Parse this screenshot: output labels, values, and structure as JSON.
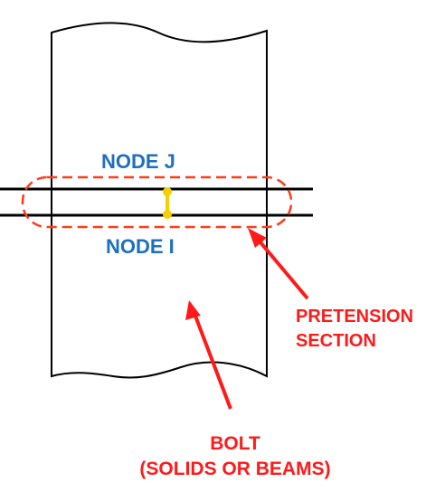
{
  "labels": {
    "node_j": "NODE J",
    "node_i": "NODE I",
    "pretension_line1": "PRETENSION",
    "pretension_line2": "SECTION",
    "bolt_line1": "BOLT",
    "bolt_line2": "(SOLIDS OR BEAMS)"
  },
  "colors": {
    "node_label": "#1f6fbf",
    "callout": "#ff1a1a",
    "node_marker": "#f5d000",
    "outline": "#000000"
  }
}
